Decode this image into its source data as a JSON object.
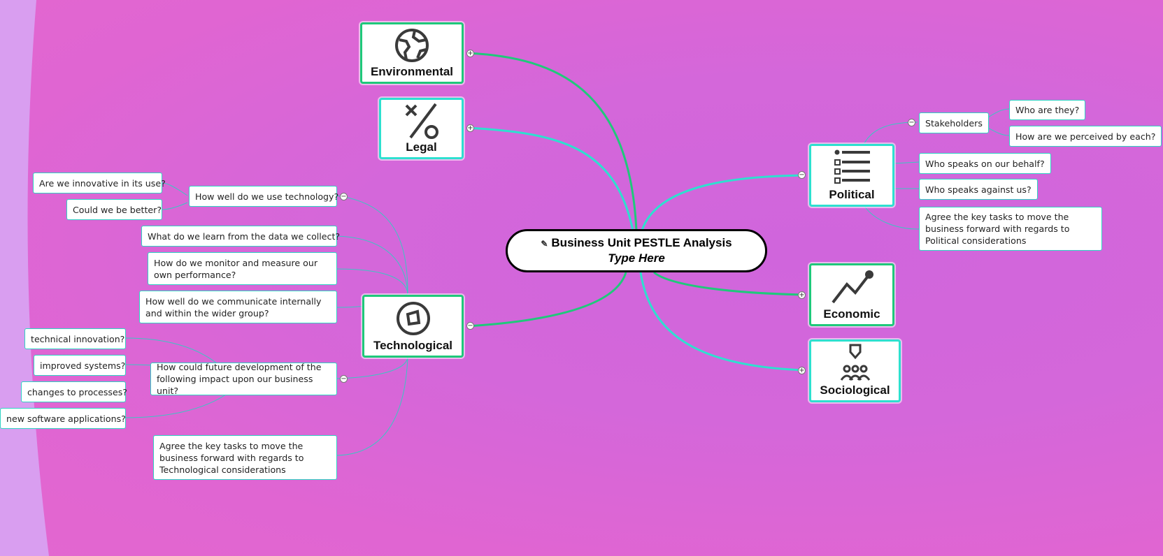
{
  "colors": {
    "green": "#1fc97a",
    "cyan": "#2ee0cf",
    "background": "#d466da"
  },
  "central": {
    "title": "Business Unit PESTLE Analysis",
    "subtitle": "Type Here",
    "icon": "pencil-icon"
  },
  "branches": {
    "environmental": {
      "label": "Environmental",
      "icon": "globe-icon",
      "toggle": "+"
    },
    "legal": {
      "label": "Legal",
      "icon": "percent-icon",
      "toggle": "+"
    },
    "political": {
      "label": "Political",
      "icon": "list-icon",
      "toggle": "−",
      "stakeholders": {
        "label": "Stakeholders",
        "toggle": "−",
        "children": [
          "Who are they?",
          "How are we perceived by each?"
        ]
      },
      "items": [
        "Who speaks on our behalf?",
        "Who speaks against us?",
        "Agree the key tasks to move the business forward with regards to Political considerations"
      ]
    },
    "economic": {
      "label": "Economic",
      "icon": "trend-chart-icon",
      "toggle": "+"
    },
    "sociological": {
      "label": "Sociological",
      "icon": "people-icon",
      "toggle": "+"
    },
    "technological": {
      "label": "Technological",
      "icon": "compass-icon",
      "toggle": "−",
      "use": {
        "label": "How well do we use technology?",
        "toggle": "−",
        "children": [
          "Are we innovative in its use?",
          "Could we be better?"
        ]
      },
      "items": [
        "What do we learn from the data we collect?",
        "How do we monitor and measure our own performance?",
        "How well do we communicate internally and within the wider group?"
      ],
      "future": {
        "label": "How could future development of the following impact upon our business unit?",
        "toggle": "−",
        "children": [
          "technical innovation?",
          "improved systems?",
          "changes to processes?",
          "new software applications?"
        ]
      },
      "final": "Agree the key tasks to move the business forward with regards to Technological considerations"
    }
  }
}
